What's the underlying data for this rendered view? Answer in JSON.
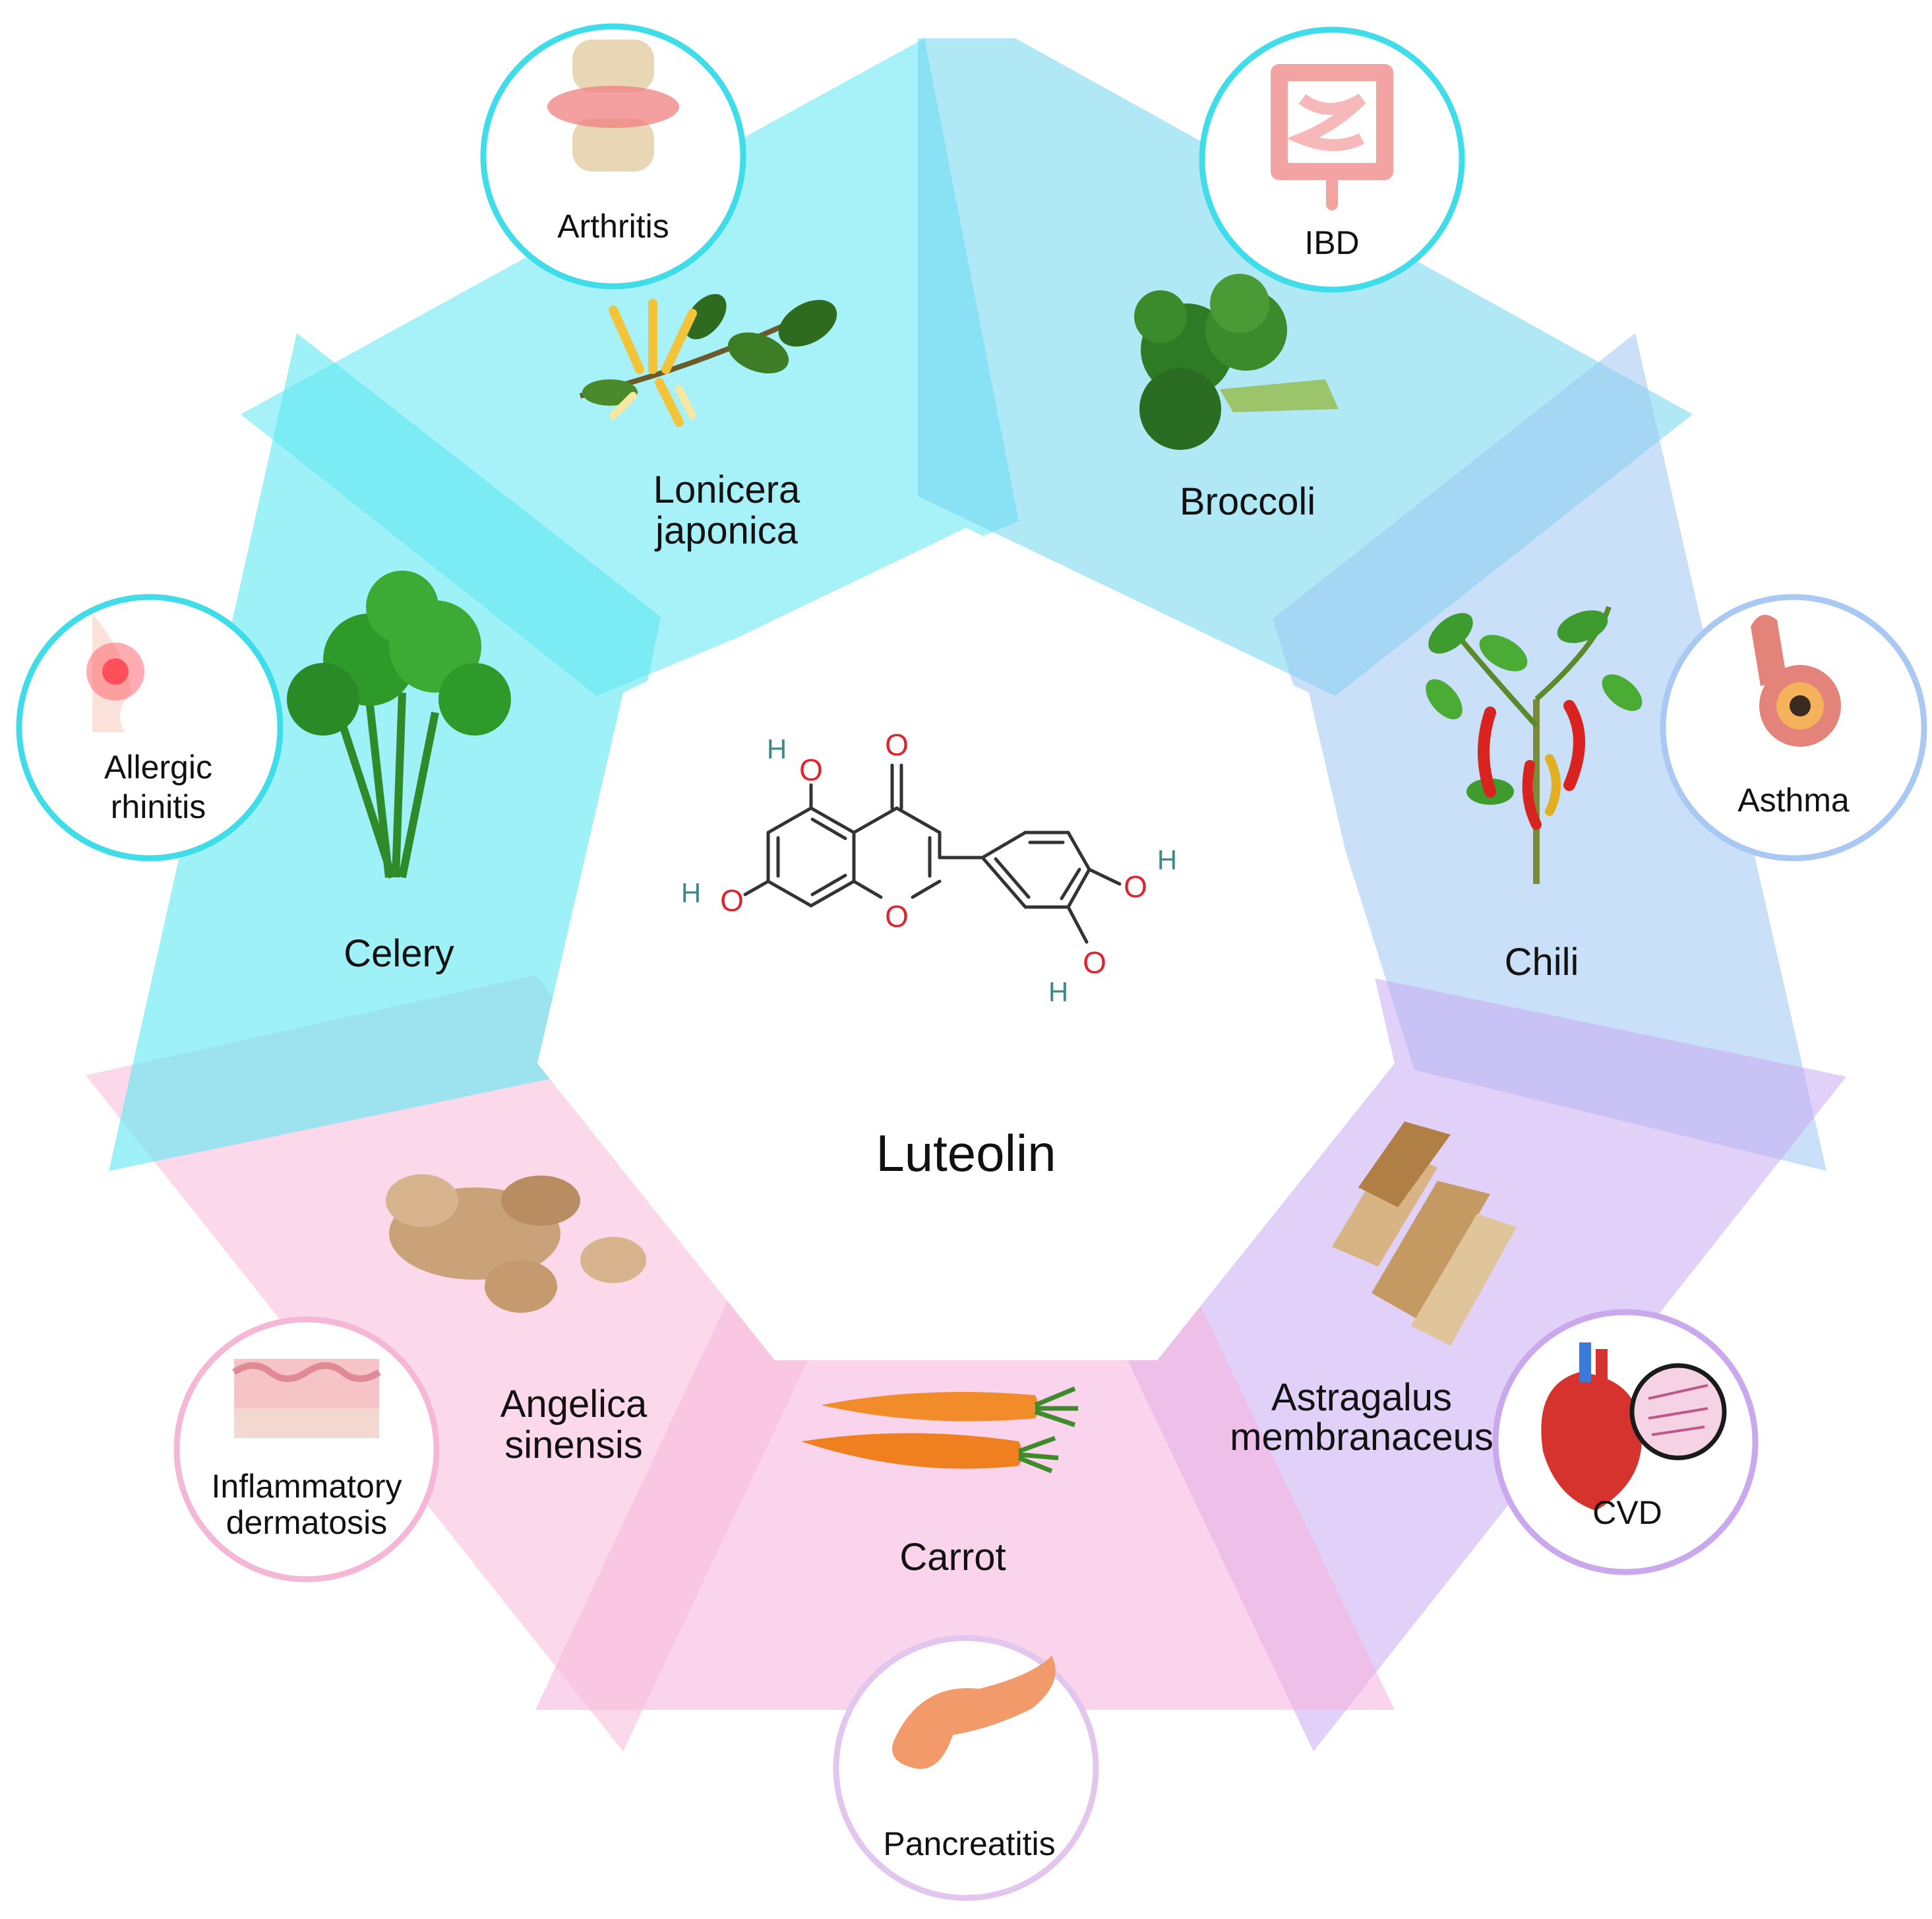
{
  "center": {
    "compound": "Luteolin",
    "structure": {
      "atoms": {
        "carbonyl_o": "O",
        "ring_o": "O",
        "hydroxyl_o": "O",
        "hydrogen": "H"
      },
      "colors": {
        "oxygen": "#e0242e",
        "hydrogen": "#3e8a8a",
        "bond": "#333333"
      }
    }
  },
  "sources": [
    {
      "id": "lonicera",
      "line1": "Lonicera",
      "line2": "japonica",
      "condition_line1": "Arthritis",
      "condition_line2": "",
      "color": "#5ee8f2",
      "plant_icon": "honeysuckle-icon",
      "condition_icon": "knee-joint-icon"
    },
    {
      "id": "broccoli",
      "line1": "Broccoli",
      "line2": "",
      "condition_line1": "IBD",
      "condition_line2": "",
      "color": "#6fd6ee",
      "plant_icon": "broccoli-icon",
      "condition_icon": "intestine-icon"
    },
    {
      "id": "chili",
      "line1": "Chili",
      "line2": "",
      "condition_line1": "Asthma",
      "condition_line2": "",
      "color": "#9cc6f2",
      "plant_icon": "chili-plant-icon",
      "condition_icon": "airway-icon"
    },
    {
      "id": "astragalus",
      "line1": "Astragalus",
      "line2": "membranaceus",
      "condition_line1": "CVD",
      "condition_line2": "",
      "color": "#c9aaf0",
      "plant_icon": "astragalus-root-icon",
      "condition_icon": "heart-icon"
    },
    {
      "id": "carrot",
      "line1": "Carrot",
      "line2": "",
      "condition_line1": "Pancreatitis",
      "condition_line2": "",
      "color": "#f7b6e0",
      "plant_icon": "carrot-icon",
      "condition_icon": "pancreas-icon"
    },
    {
      "id": "angelica",
      "line1": "Angelica",
      "line2": "sinensis",
      "condition_line1": "Inflammatory",
      "condition_line2": "dermatosis",
      "color": "#f8bfdc",
      "plant_icon": "angelica-root-icon",
      "condition_icon": "skin-icon"
    },
    {
      "id": "celery",
      "line1": "Celery",
      "line2": "",
      "condition_line1": "Allergic",
      "condition_line2": "rhinitis",
      "color": "#5ee8f2",
      "plant_icon": "celery-icon",
      "condition_icon": "nose-icon"
    }
  ],
  "circle_borders": {
    "lonicera": "#3fdcea",
    "broccoli": "#3fdcea",
    "chili": "#a9c8f2",
    "astragalus": "#c9a8ee",
    "carrot": "#e2c6ee",
    "angelica": "#f4b7d6",
    "celery": "#3fdcea"
  }
}
